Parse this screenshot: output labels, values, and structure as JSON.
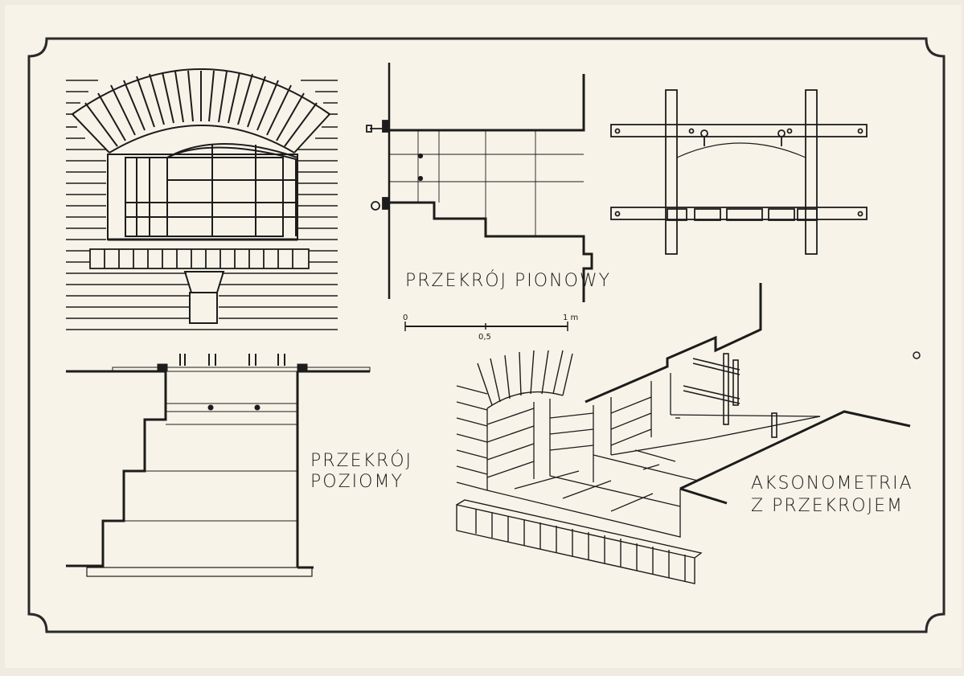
{
  "labels": {
    "vertical_section": "PRZEKRÓJ PIONOWY",
    "horizontal_section_line1": "PRZEKRÓJ",
    "horizontal_section_line2": "POZIOMY",
    "axonometry_line1": "AKSONOMETRIA",
    "axonometry_line2": "Z PRZEKROJEM"
  },
  "scale_bar": {
    "start": "0",
    "mid": "0,5",
    "end": "1 m"
  },
  "colors": {
    "paper": "#f7f3e8",
    "ink": "#1c1c1c",
    "border": "#2a2a2a"
  }
}
